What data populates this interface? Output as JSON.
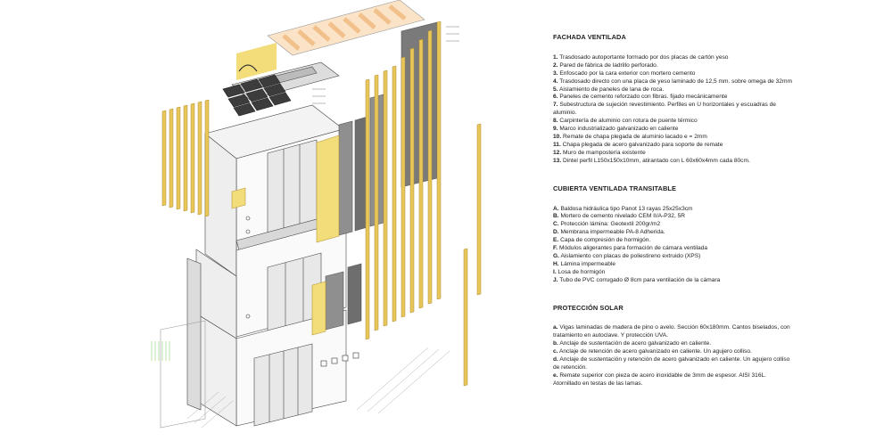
{
  "sections": [
    {
      "title": "FACHADA VENTILADA",
      "items": [
        {
          "key": "1.",
          "text": "Trasdosado autoportante formado por dos placas de cartón yeso"
        },
        {
          "key": "2.",
          "text": "Pared de fábrica de ladrillo perforado."
        },
        {
          "key": "3.",
          "text": "Enfoscado por la cara exterior con mortero cemento"
        },
        {
          "key": "4.",
          "text": "Trasdosado directo con una placa de yeso laminado de 12,5 mm. sobre omega de 32mm"
        },
        {
          "key": "5.",
          "text": "Aislamiento de paneles de lana de roca."
        },
        {
          "key": "6.",
          "text": "Paneles de cemento reforzado con fibras. fijado mecánicamente"
        },
        {
          "key": "7.",
          "text": "Subestructura de sujeción revestimiento. Perfiles en U horizontales y escuadras de aluminio."
        },
        {
          "key": "8.",
          "text": "Carpintería de aluminio con rotura de puente térmico"
        },
        {
          "key": "9.",
          "text": "Marco industrializado galvanizado en caliente"
        },
        {
          "key": "10.",
          "text": "Remate de chapa plegada de aluminio lacado e = 2mm"
        },
        {
          "key": "11.",
          "text": "Chapa plegada de acero galvanizado para soporte de remate"
        },
        {
          "key": "12.",
          "text": "Muro de mampostería existente"
        },
        {
          "key": "13.",
          "text": "Dintel perfil L150x150x10mm, atirantado con L 60x60x4mm cada 80cm."
        }
      ]
    },
    {
      "title": "CUBIERTA VENTILADA TRANSITABLE",
      "items": [
        {
          "key": "A.",
          "text": "Baldosa hidráulica tipo Panot 13 rayas 25x25x3cm"
        },
        {
          "key": "B.",
          "text": "Mortero de cemento nivelado CEM II/A-P32, 5R"
        },
        {
          "key": "C.",
          "text": "Protección lámina: Geotextil 200gr/m2"
        },
        {
          "key": "D.",
          "text": "Membrana impermeable PA-8 Adherida."
        },
        {
          "key": "E.",
          "text": "Capa de compresión de hormigón."
        },
        {
          "key": "F.",
          "text": "Módulos aligerantes para formación de cámara ventilada"
        },
        {
          "key": "G.",
          "text": "Aislamiento con placas de poliestireno extruido (XPS)"
        },
        {
          "key": "H.",
          "text": "Lámina impermeable"
        },
        {
          "key": "I.",
          "text": "Losa de hormigón"
        },
        {
          "key": "J.",
          "text": "Tubo de PVC corrugado Ø 8cm para ventilación de la cámara"
        }
      ]
    },
    {
      "title": "PROTECCIÓN SOLAR",
      "items": [
        {
          "key": "a.",
          "text": "Vigas laminadas de madera de pino o avelo. Sección 60x180mm. Cantos biselados, con tratamiento en autoclave. Y protección UVA."
        },
        {
          "key": "b.",
          "text": "Anclaje de sustentación de acero galvanizado en caliente."
        },
        {
          "key": "c.",
          "text": "Anclaje de retención de acero galvanizado en caliente. Un agujero colliso."
        },
        {
          "key": "d.",
          "text": "Anclaje de sustentación y retención de acero galvanizado en caliente. Un agujero colliso de retención."
        },
        {
          "key": "e.",
          "text": "Remate superior con pieza de acero inoxidable de 3mm de espesor. AISI 316L. Atornillado en testas de las lamas."
        }
      ]
    }
  ],
  "colors": {
    "timber": "#e8c75a",
    "timber_dark": "#c9a63a",
    "panel_grey": "#8f8f8f",
    "panel_dark": "#6e6e6e",
    "paving_dark": "#3c3c3c",
    "line": "#444444",
    "glass": "#e8e8e8",
    "roof_stripe": "#f2c08a",
    "grass": "#8fd07a"
  },
  "icons": [
    "timber-louver-icon"
  ]
}
